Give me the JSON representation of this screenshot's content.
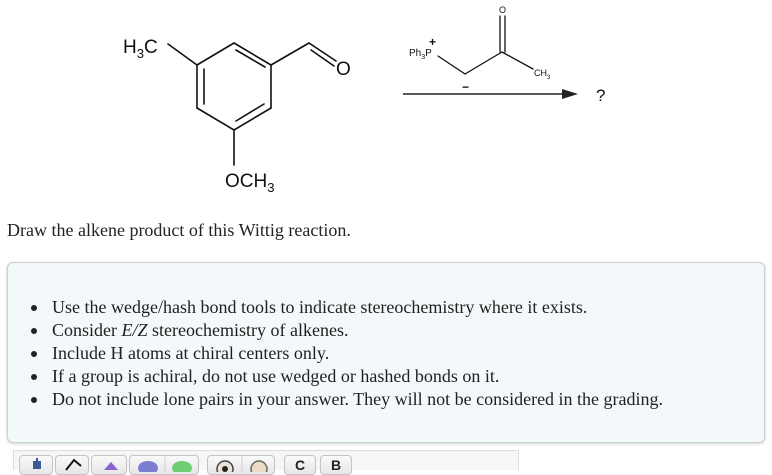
{
  "scheme": {
    "reactant": {
      "name": "3-methoxy-5-methylbenzaldehyde",
      "labels": {
        "methyl": "H3C",
        "methyl_main": "H",
        "methyl_sub": "3",
        "methyl_c": "C",
        "aldehyde_o": "O",
        "methoxy_main": "OCH",
        "methoxy_sub": "3"
      }
    },
    "reagent": {
      "name": "phosphonium ylide",
      "labels": {
        "ph": "Ph",
        "ph_sub": "3",
        "p": "P",
        "plus": "+",
        "minus": "−",
        "carbonyl_o": "O",
        "ch": "CH",
        "ch_sub": "3"
      }
    },
    "arrow": "reaction-arrow",
    "product": "?"
  },
  "prompt": "Draw the alkene product of this Wittig reaction.",
  "instructions": [
    {
      "pre": "Use the wedge/hash bond tools to indicate stereochemistry where it exists.",
      "em": "",
      "post": ""
    },
    {
      "pre": "Consider ",
      "em": "E/Z",
      "post": " stereochemistry of alkenes."
    },
    {
      "pre": "Include H atoms at chiral centers only.",
      "em": "",
      "post": ""
    },
    {
      "pre": "If a group is achiral, do not use wedged or hashed bonds on it.",
      "em": "",
      "post": ""
    },
    {
      "pre": "Do not include lone pairs in your answer. They will not be considered in the grading.",
      "em": "",
      "post": ""
    }
  ],
  "toolbar": {
    "buttons": [
      {
        "name": "select-tool",
        "glyph": ""
      },
      {
        "name": "erase-tool",
        "glyph": ""
      },
      {
        "name": "lasso-tool",
        "glyph": ""
      },
      {
        "name": "charge-plus-tool",
        "glyph": ""
      },
      {
        "name": "charge-minus-tool",
        "glyph": ""
      },
      {
        "name": "zoom-in-tool",
        "glyph": ""
      },
      {
        "name": "zoom-out-tool",
        "glyph": ""
      },
      {
        "name": "carbon-atom",
        "glyph": "C"
      },
      {
        "name": "more-tool",
        "glyph": "B"
      }
    ]
  },
  "colors": {
    "info_bg": "#f3f9fa",
    "info_border": "#c9cfd2",
    "text": "#1f1f1f"
  }
}
